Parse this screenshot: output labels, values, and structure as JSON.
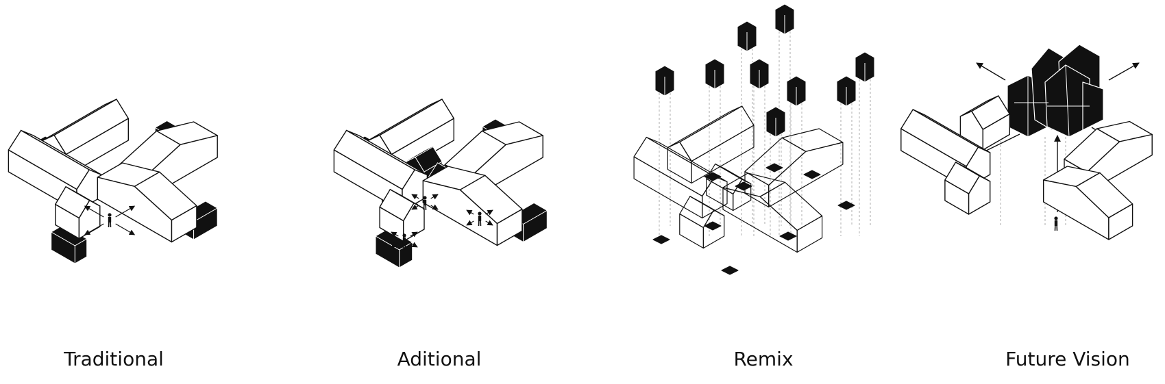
{
  "panels": [
    {
      "id": "traditional",
      "caption": "Traditional"
    },
    {
      "id": "additional",
      "caption": "Aditional"
    },
    {
      "id": "remix",
      "caption": "Remix"
    },
    {
      "id": "future-vision",
      "caption": "Future Vision"
    }
  ],
  "colors": {
    "ink": "#111111",
    "paper": "#ffffff",
    "ghost": "#9a9a9a"
  }
}
